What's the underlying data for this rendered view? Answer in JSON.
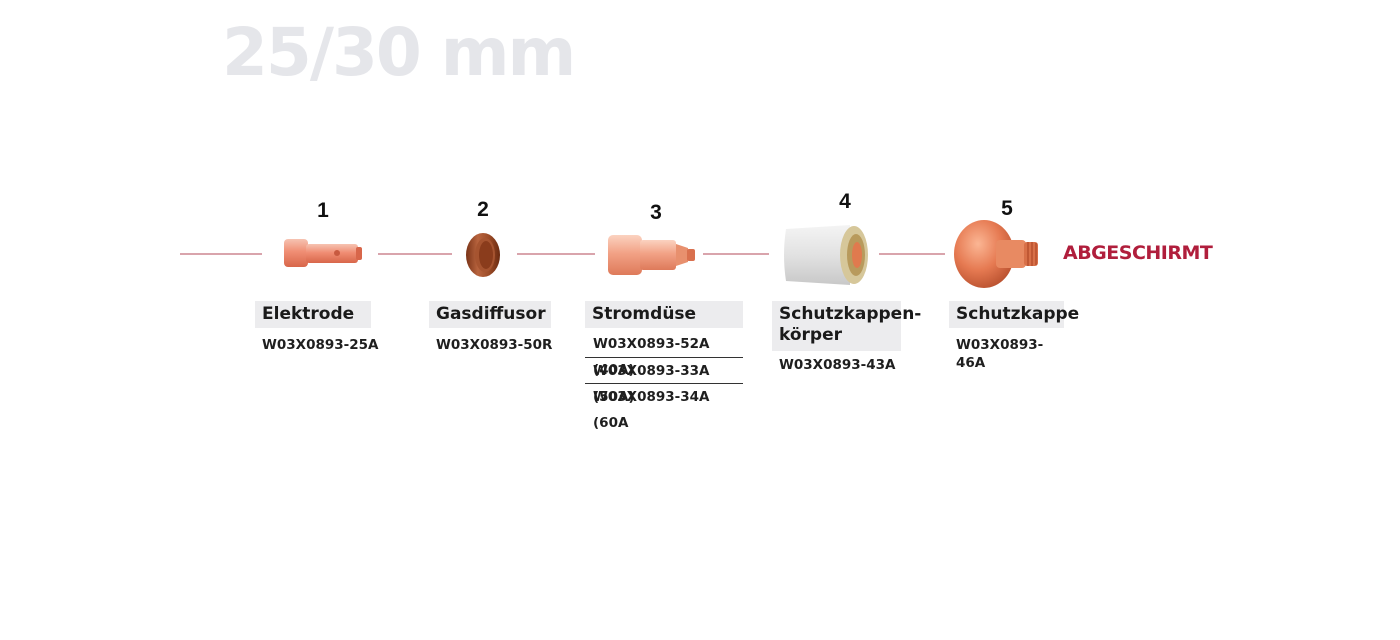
{
  "heading": "25/30 mm",
  "parts": [
    {
      "number": "1",
      "name": "Elektrode",
      "codes": [
        "W03X0893-25A"
      ]
    },
    {
      "number": "2",
      "name": "Gasdiffusor",
      "codes": [
        "W03X0893-50R"
      ]
    },
    {
      "number": "3",
      "name": "Stromdüse",
      "codes": [
        "W03X0893-52A (40A)",
        "W03X0893-33A (50A)",
        "W03X0893-34A (60A"
      ]
    },
    {
      "number": "4",
      "name_line1": "Schutzkappen-",
      "name_line2": "körper",
      "codes": [
        "W03X0893-43A"
      ]
    },
    {
      "number": "5",
      "name": "Schutzkappe",
      "code_line1": "W03X0893-",
      "code_line2": "46A"
    }
  ],
  "tag": "ABGESCHIRMT",
  "colors": {
    "accent": "#b01e3c",
    "connector": "#d9a4ac",
    "copper": "#e07f5e",
    "label_bg": "#ececee"
  }
}
